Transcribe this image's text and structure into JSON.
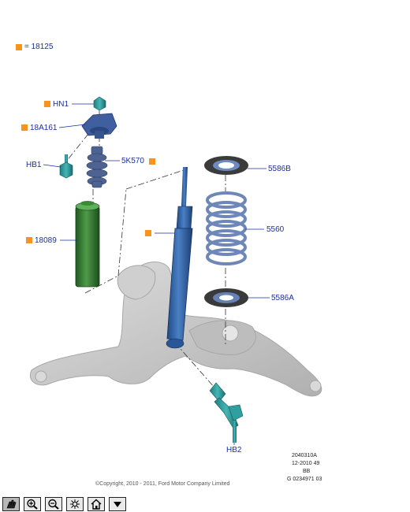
{
  "legend": {
    "color": "#f7941d",
    "text": "= 18125"
  },
  "parts": [
    {
      "id": "hn1",
      "label": "HN1"
    },
    {
      "id": "18a161",
      "label": "18A161"
    },
    {
      "id": "hb1",
      "label": "HB1"
    },
    {
      "id": "5k570",
      "label": "5K570"
    },
    {
      "id": "18089",
      "label": "18089"
    },
    {
      "id": "5586b",
      "label": "5586B"
    },
    {
      "id": "5560",
      "label": "5560"
    },
    {
      "id": "5586a",
      "label": "5586A"
    },
    {
      "id": "hb2",
      "label": "HB2"
    }
  ],
  "drawing_info": {
    "line1": "2040310A",
    "line2": "12-2010 49",
    "line3": "BB",
    "line4": "G 0234971 03"
  },
  "copyright": "©Copyright, 2010 - 2011, Ford Motor Company Limited",
  "toolbar": {
    "buttons": [
      {
        "name": "pan-hand-icon",
        "active": true
      },
      {
        "name": "zoom-in-icon",
        "active": false
      },
      {
        "name": "zoom-out-icon",
        "active": false
      },
      {
        "name": "fit-to-window-icon",
        "active": false
      },
      {
        "name": "home-icon",
        "active": false
      },
      {
        "name": "menu-dropdown-icon",
        "active": false
      }
    ]
  },
  "colors": {
    "label_text": "#1a2f9c",
    "shock_blue": "#2f63a8",
    "boot_green": "#2f7a2f",
    "bolt_teal": "#2b9a9a",
    "spring_blue": "#6f86b8",
    "knuckle_gray": "#c9c9c9"
  }
}
